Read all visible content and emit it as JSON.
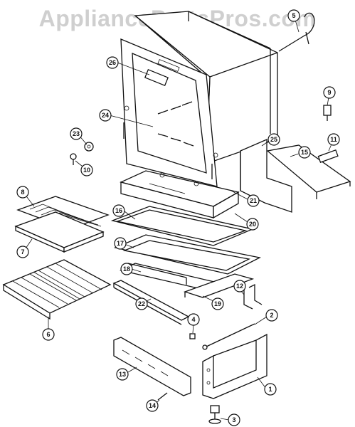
{
  "watermark": "AppliancePartsPros.com",
  "parts": [
    {
      "num": "1"
    },
    {
      "num": "2"
    },
    {
      "num": "3"
    },
    {
      "num": "4"
    },
    {
      "num": "5"
    },
    {
      "num": "6"
    },
    {
      "num": "7"
    },
    {
      "num": "8"
    },
    {
      "num": "9"
    },
    {
      "num": "10"
    },
    {
      "num": "11"
    },
    {
      "num": "12"
    },
    {
      "num": "13"
    },
    {
      "num": "14"
    },
    {
      "num": "15"
    },
    {
      "num": "16"
    },
    {
      "num": "17"
    },
    {
      "num": "18"
    },
    {
      "num": "19"
    },
    {
      "num": "20"
    },
    {
      "num": "21"
    },
    {
      "num": "22"
    },
    {
      "num": "23"
    },
    {
      "num": "24"
    },
    {
      "num": "25"
    },
    {
      "num": "26"
    }
  ]
}
